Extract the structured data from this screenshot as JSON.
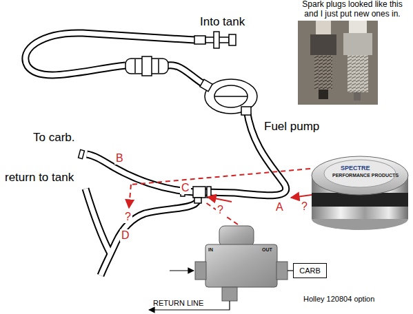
{
  "diagram": {
    "nodes": [
      {
        "text": [
          "CARB"
        ]
      }
    ],
    "labels": [
      "Spark plugs looked like this and I just put new ones in.",
      "Into tank",
      "Fuel pump",
      "To carb.",
      "return to tank",
      "B",
      "C",
      "A",
      "?",
      "?",
      "D",
      "?",
      "SPECTRE",
      "PERFORMANCE PRODUCTS",
      "IN",
      "OUT",
      "RETURN LINE",
      "Holley 120804 option"
    ]
  }
}
